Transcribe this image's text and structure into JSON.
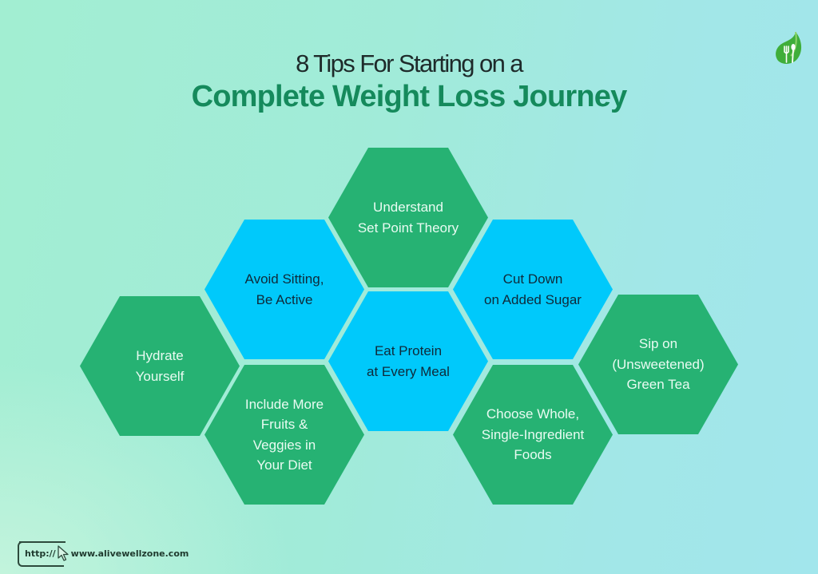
{
  "header": {
    "subtitle": "8 Tips For Starting on a",
    "title": "Complete Weight Loss Journey"
  },
  "logo": {
    "icon": "leaf-fork-spoon-icon",
    "color": "#3fae3a"
  },
  "colors": {
    "green_hex": "#26b273",
    "blue_hex": "#00c9fb",
    "title_green": "#158a5c",
    "background_start": "#a2eed2",
    "background_end": "#a2e6ec"
  },
  "tips": [
    {
      "label": "Understand\nSet Point Theory",
      "color": "green"
    },
    {
      "label": "Avoid Sitting,\nBe Active",
      "color": "blue"
    },
    {
      "label": "Cut Down\non Added Sugar",
      "color": "blue"
    },
    {
      "label": "Hydrate\nYourself",
      "color": "green"
    },
    {
      "label": "Eat Protein\nat Every Meal",
      "color": "blue"
    },
    {
      "label": "Sip on\n(Unsweetened)\nGreen Tea",
      "color": "green"
    },
    {
      "label": "Include More\nFruits &\nVeggies in\nYour Diet",
      "color": "green"
    },
    {
      "label": "Choose Whole,\nSingle-Ingredient\nFoods",
      "color": "green"
    }
  ],
  "footer": {
    "url_prefix": "http://",
    "url": "www.alivewellzone.com",
    "cursor_icon": "mouse-pointer-icon"
  }
}
